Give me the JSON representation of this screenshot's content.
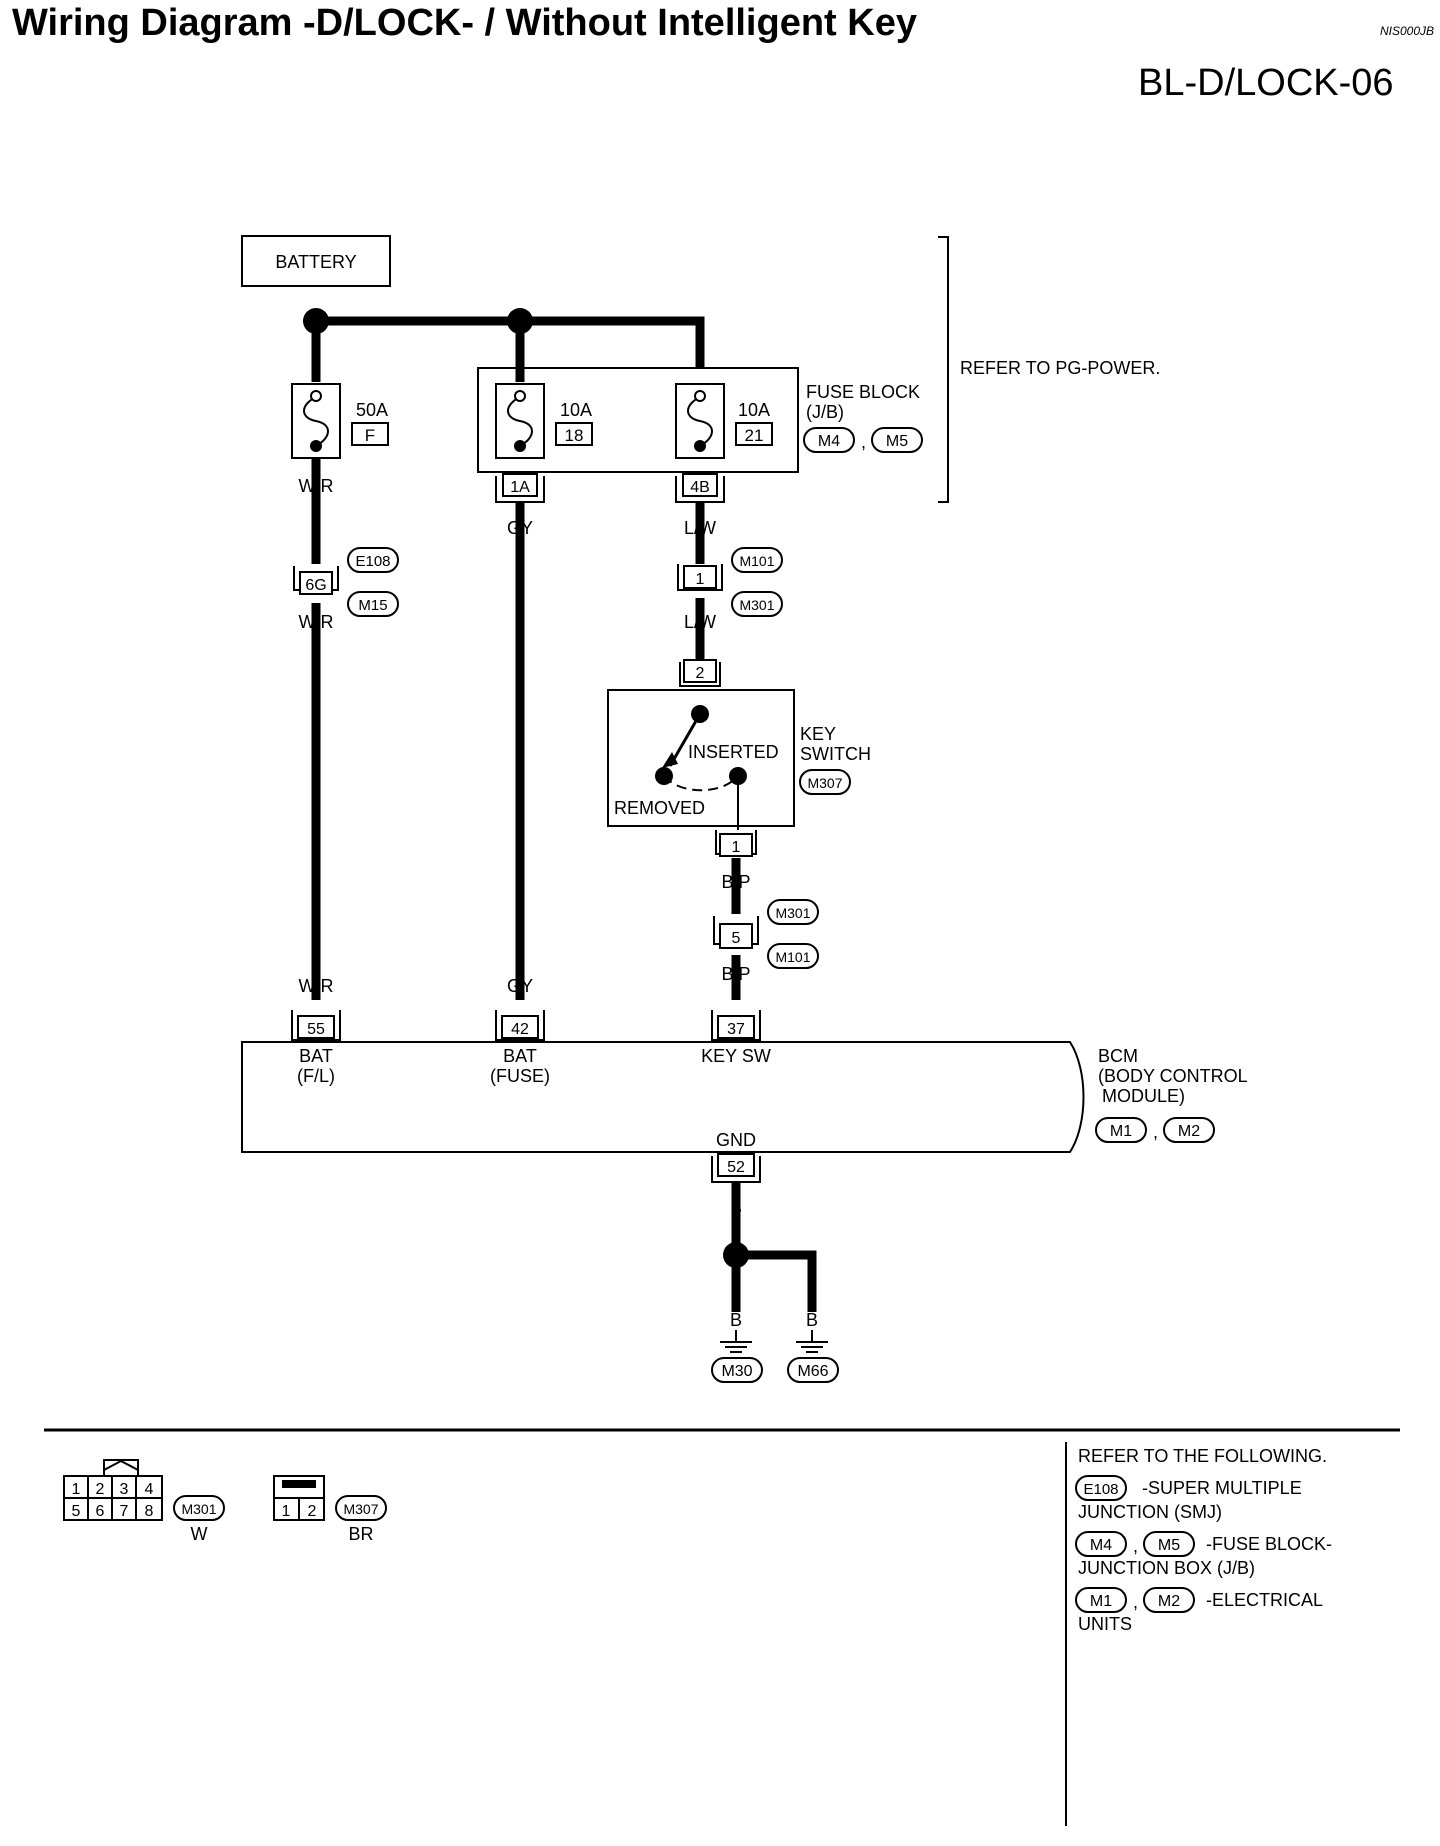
{
  "header": {
    "title": "Wiring Diagram -D/LOCK- / Without Intelligent Key",
    "doc_id": "NIS000JB",
    "page_ref": "BL-D/LOCK-06"
  },
  "power": {
    "battery_label": "BATTERY",
    "refer_note": "REFER TO PG-POWER.",
    "fuse_main": {
      "amp": "50A",
      "id": "F"
    },
    "fuse_1": {
      "amp": "10A",
      "id": "18"
    },
    "fuse_2": {
      "amp": "10A",
      "id": "21"
    },
    "fuse_block_label": [
      "FUSE BLOCK",
      "(J/B)"
    ],
    "fuse_block_connectors": [
      "M4",
      "M5"
    ],
    "fuse_terminals": [
      "1A",
      "4B"
    ]
  },
  "wires": {
    "w_r": "W/R",
    "gy": "GY",
    "l_w": "L/W",
    "b_p": "B/P",
    "b": "B"
  },
  "connectors": {
    "e108": "E108",
    "m15": "M15",
    "m101": "M101",
    "m301": "M301",
    "m307": "M307",
    "pin_6g": "6G",
    "pin_1": "1",
    "pin_2": "2",
    "pin_5": "5"
  },
  "key_switch": {
    "label": [
      "KEY",
      "SWITCH"
    ],
    "inserted": "INSERTED",
    "removed": "REMOVED"
  },
  "bcm": {
    "label": [
      "BCM",
      "(BODY CONTROL",
      "MODULE)"
    ],
    "connectors": [
      "M1",
      "M2"
    ],
    "terminals": [
      {
        "pin": "55",
        "name": [
          "BAT",
          "(F/L)"
        ]
      },
      {
        "pin": "42",
        "name": [
          "BAT",
          "(FUSE)"
        ]
      },
      {
        "pin": "37",
        "name": [
          "KEY SW"
        ]
      }
    ],
    "gnd_label": "GND",
    "gnd_pin": "52"
  },
  "grounds": [
    "M30",
    "M66"
  ],
  "connector_views": {
    "m301": {
      "id": "M301",
      "color": "W",
      "pins_top": [
        "1",
        "2",
        "3",
        "4"
      ],
      "pins_bottom": [
        "5",
        "6",
        "7",
        "8"
      ]
    },
    "m307": {
      "id": "M307",
      "color": "BR",
      "pins": [
        "1",
        "2"
      ]
    }
  },
  "refer_following": {
    "heading": "REFER TO THE FOLLOWING.",
    "items": [
      {
        "tags": [
          "E108"
        ],
        "text": [
          "-SUPER MULTIPLE",
          "JUNCTION (SMJ)"
        ]
      },
      {
        "tags": [
          "M4",
          "M5"
        ],
        "text": [
          "-FUSE BLOCK-",
          "JUNCTION BOX (J/B)"
        ]
      },
      {
        "tags": [
          "M1",
          "M2"
        ],
        "text": [
          "-ELECTRICAL",
          "UNITS"
        ]
      }
    ]
  }
}
